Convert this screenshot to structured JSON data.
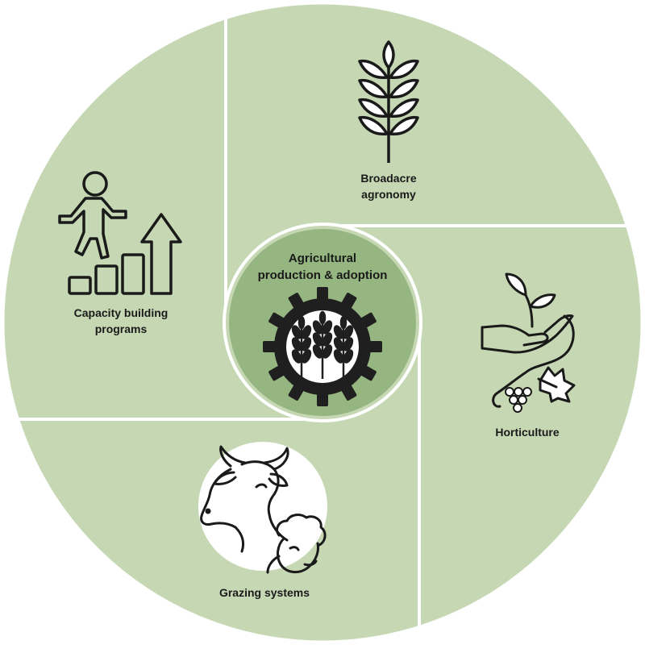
{
  "diagram": {
    "center": {
      "title_line1": "Agricultural",
      "title_line2": "production & adoption",
      "icon": "gear-with-wheat-icon"
    },
    "segments": [
      {
        "id": "broadacre",
        "label_line1": "Broadacre",
        "label_line2": "agronomy",
        "icon": "wheat-stalk-icon"
      },
      {
        "id": "horticulture",
        "label_line1": "Horticulture",
        "label_line2": "",
        "icon": "hand-seedling-grapes-icon"
      },
      {
        "id": "grazing",
        "label_line1": "Grazing systems",
        "label_line2": "",
        "icon": "cow-sheep-icon"
      },
      {
        "id": "capacity",
        "label_line1": "Capacity building",
        "label_line2": "programs",
        "icon": "person-climbing-steps-icon"
      }
    ],
    "colors": {
      "segment_fill": "#c5d8b3",
      "center_ring": "#95b680",
      "divider": "#ffffff",
      "ink": "#1a1a1a",
      "icon_circle": "#ffffff"
    }
  }
}
